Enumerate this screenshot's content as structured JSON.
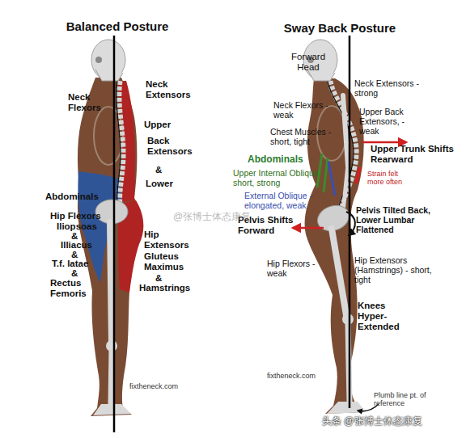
{
  "diagram": {
    "labels": [
      "Balanced Posture",
      "Sway Back Posture",
      "Neck Flexors",
      "Neck Extensors",
      "Upper",
      "Back Extensors",
      "&",
      "Lower",
      "Abdominals",
      "Hip Flexors",
      "Iliopsoas",
      "&",
      "Illiacus",
      "&",
      "T.f. latae",
      "&",
      "Rectus Femoris",
      "Hip Extensors",
      "Gluteus Maximus",
      "&",
      "Hamstrings",
      "fixtheneck.com",
      "Forward Head",
      "Neck Extensors - strong",
      "Neck Flexors - weak",
      "Upper Back Extensors, - weak",
      "Chest Muscles - short, tight",
      "Upper Trunk Shifts Rearward",
      "Abdominals",
      "Upper Internal Oblique - short, strong",
      "Strain felt more often",
      "External Oblique - elongated, weak",
      "Pelvis Shifts Forward",
      "Pelvis Tilted Back, Lower Lumbar Flattened",
      "Hip Flexors - weak",
      "Hip Extensors (Hamstrings) - short, tight",
      "Knees Hyper-Extended",
      "fixtheneck.com",
      "Plumb line pt. of reference",
      "@张博士体态康复",
      "头条 @张博士体态康复"
    ]
  }
}
